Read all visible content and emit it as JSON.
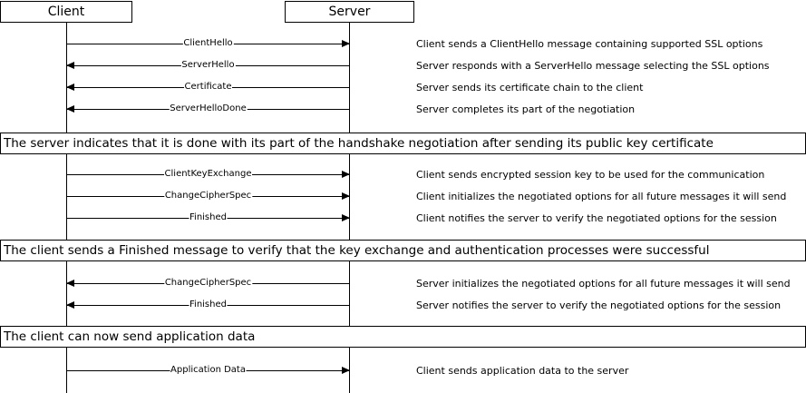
{
  "actors": {
    "client": "Client",
    "server": "Server"
  },
  "group1": {
    "messages": [
      {
        "label": "ClientHello",
        "dir": "right",
        "note": "Client sends a ClientHello message containing supported SSL options"
      },
      {
        "label": "ServerHello",
        "dir": "left",
        "note": "Server responds with a ServerHello message selecting the SSL options"
      },
      {
        "label": "Certificate",
        "dir": "left",
        "note": "Server sends its certificate chain to the client"
      },
      {
        "label": "ServerHelloDone",
        "dir": "left",
        "note": "Server completes its part of the negotiation"
      }
    ],
    "banner": "The server indicates that it is done with its part of the handshake negotiation after sending its public key certificate"
  },
  "group2": {
    "messages": [
      {
        "label": "ClientKeyExchange",
        "dir": "right",
        "note": "Client sends encrypted session key to be used for the communication"
      },
      {
        "label": "ChangeCipherSpec",
        "dir": "right",
        "note": "Client initializes the negotiated options for all future messages it will send"
      },
      {
        "label": "Finished",
        "dir": "right",
        "note": "Client notifies the server to verify the negotiated options for the session"
      }
    ],
    "banner": "The client sends a Finished message to verify that the key exchange and authentication processes were successful"
  },
  "group3": {
    "messages": [
      {
        "label": "ChangeCipherSpec",
        "dir": "left",
        "note": "Server initializes the negotiated options for all future messages it will send"
      },
      {
        "label": "Finished",
        "dir": "left",
        "note": "Server notifies the server to verify the negotiated options for the session"
      }
    ],
    "banner": "The client can now send application data"
  },
  "group4": {
    "messages": [
      {
        "label": "Application Data",
        "dir": "right",
        "note": "Client sends application data to the server"
      }
    ]
  }
}
